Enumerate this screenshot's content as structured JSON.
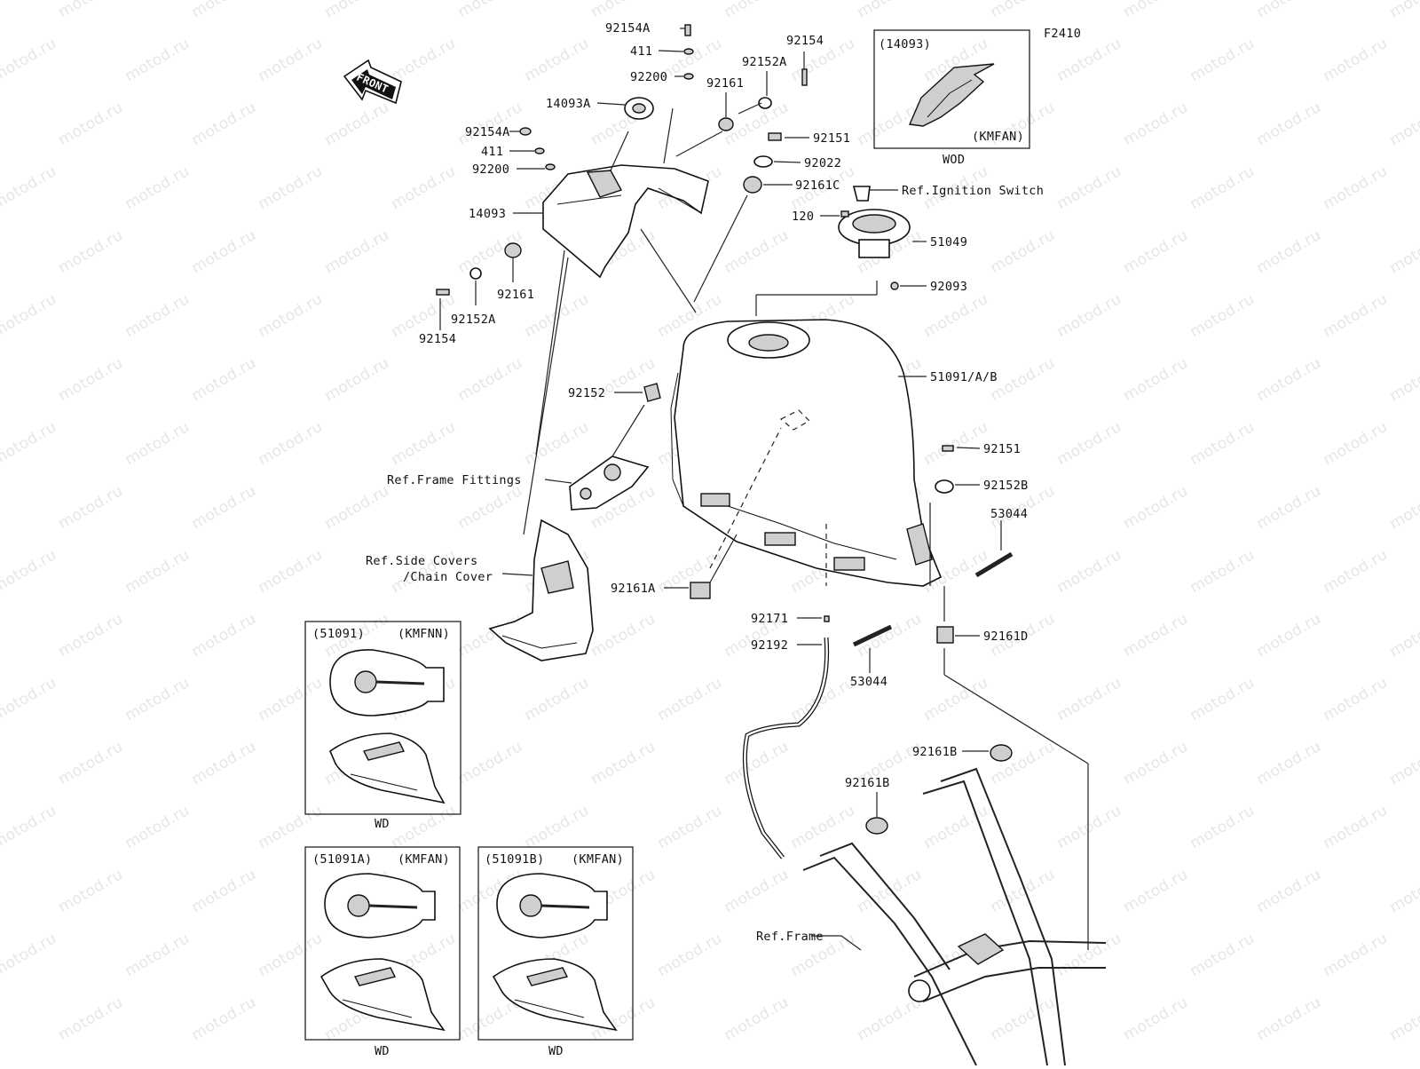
{
  "diagram_code": "F2410",
  "front_arrow_label": "FRONT",
  "watermark": "motod.ru",
  "callouts": {
    "c_92154A_top": "92154A",
    "c_411_top": "411",
    "c_92200_top": "92200",
    "c_92154_top": "92154",
    "c_92152A_top": "92152A",
    "c_92161_top": "92161",
    "c_14093A": "14093A",
    "c_92154A_mid": "92154A",
    "c_411_mid": "411",
    "c_92200_mid": "92200",
    "c_92151_top": "92151",
    "c_92022": "92022",
    "c_92161C": "92161C",
    "c_ref_ignition": "Ref.Ignition Switch",
    "c_120": "120",
    "c_51049": "51049",
    "c_92093": "92093",
    "c_14093": "14093",
    "c_92161_left": "92161",
    "c_92152A_left": "92152A",
    "c_92154_left": "92154",
    "c_51091AB": "51091/A/B",
    "c_92152": "92152",
    "c_92151_right": "92151",
    "c_92152B": "92152B",
    "c_53044_right": "53044",
    "c_ref_frame_fittings": "Ref.Frame Fittings",
    "c_ref_side_covers_1": "Ref.Side Covers",
    "c_ref_side_covers_2": "/Chain Cover",
    "c_92161A": "92161A",
    "c_92171": "92171",
    "c_92192": "92192",
    "c_92161D": "92161D",
    "c_53044_bottom": "53044",
    "c_92161B_right": "92161B",
    "c_92161B_left": "92161B",
    "c_ref_frame": "Ref.Frame"
  },
  "insets": {
    "top_right": {
      "part": "(14093)",
      "model": "(KMFAN)",
      "caption": "WOD"
    },
    "left": {
      "part": "(51091)",
      "model": "(KMFNN)",
      "caption": "WD"
    },
    "bottom_left": {
      "part": "(51091A)",
      "model": "(KMFAN)",
      "caption": "WD"
    },
    "bottom_mid": {
      "part": "(51091B)",
      "model": "(KMFAN)",
      "caption": "WD"
    }
  }
}
